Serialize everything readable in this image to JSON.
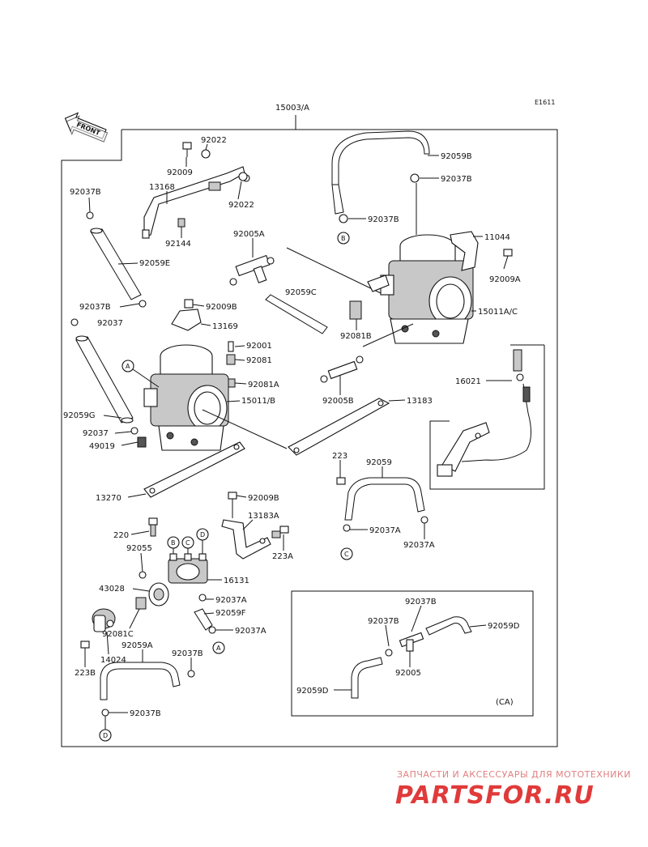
{
  "diagram_code": "E1611",
  "front_label": "FRONT",
  "variant_box_label": "(CA)",
  "callouts": {
    "A": "A",
    "B": "B",
    "C": "C",
    "D": "D"
  },
  "part_labels": {
    "p15003A": "15003/A",
    "p92022a": "92022",
    "p92022b": "92022",
    "p92009": "92009",
    "p13168": "13168",
    "p92144": "92144",
    "p92037B_1": "92037B",
    "p92059E": "92059E",
    "p92037B_2": "92037B",
    "p92037": "92037",
    "p92059G": "92059G",
    "p92037b": "92037",
    "p49019": "49019",
    "p13270": "13270",
    "p92005A": "92005A",
    "p92059C": "92059C",
    "p92009B_1": "92009B",
    "p13169": "13169",
    "p92001": "92001",
    "p92081": "92081",
    "p92081A": "92081A",
    "p15011B": "15011/B",
    "p92059B": "92059B",
    "p92037B_3": "92037B",
    "p92037B_4": "92037B",
    "p11044": "11044",
    "p92009A": "92009A",
    "p15011AC": "15011A/C",
    "p92081B": "92081B",
    "p92005B": "92005B",
    "p16021": "16021",
    "p13183": "13183",
    "p223": "223",
    "p92059": "92059",
    "p92009B_2": "92009B",
    "p13183A": "13183A",
    "p220": "220",
    "p223A": "223A",
    "p92055": "92055",
    "p92037A_1": "92037A",
    "p92037A_2": "92037A",
    "p43028": "43028",
    "p16131": "16131",
    "p92037A_3": "92037A",
    "p92059F": "92059F",
    "p92037A_4": "92037A",
    "p92081C": "92081C",
    "p92059A": "92059A",
    "p14024": "14024",
    "p223B": "223B",
    "p92037B_5": "92037B",
    "p92037B_6": "92037B",
    "p92037B_7": "92037B",
    "p92037B_8": "92037B",
    "p92059D_1": "92059D",
    "p92005": "92005",
    "p92059D_2": "92059D"
  },
  "watermark": {
    "title": "ЗАПЧАСТИ И АКСЕССУАРЫ ДЛЯ МОТОТЕХНИКИ",
    "logo": "PARTSFOR.RU"
  },
  "colors": {
    "ink": "#111111",
    "watermark_red": "#e03a3a",
    "background": "#ffffff"
  }
}
